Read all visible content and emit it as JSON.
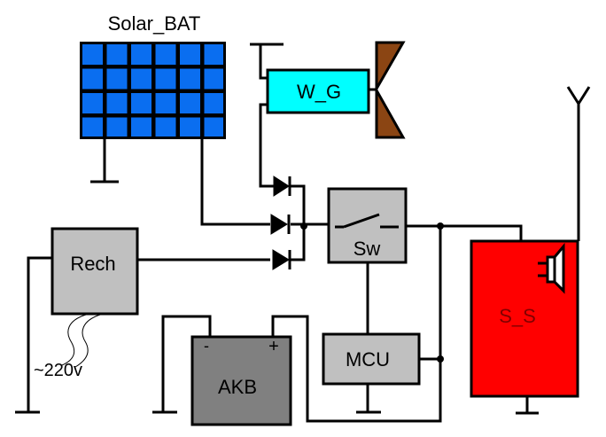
{
  "diagram": {
    "title": "Solar / wind powered sound-signal system block diagram",
    "blocks": {
      "solar": {
        "label": "Solar_BAT",
        "color": "#0a6ef0",
        "grid_cols": 6,
        "grid_rows": 4
      },
      "wind_gen": {
        "label": "W_G",
        "color": "#00ffff",
        "blade_color": "#8b4513"
      },
      "recharger": {
        "label": "Rech",
        "color": "#c0c0c0",
        "mains_label": "~220v"
      },
      "switch": {
        "label": "Sw",
        "color": "#c0c0c0"
      },
      "mcu": {
        "label": "MCU",
        "color": "#c0c0c0"
      },
      "battery": {
        "label": "AKB",
        "color": "#808080",
        "minus": "-",
        "plus": "+"
      },
      "sound_signal": {
        "label": "S_S",
        "color": "#ff0000",
        "label_color": "#800000"
      }
    },
    "diodes": 3,
    "colors": {
      "wire": "#000000",
      "background": "#ffffff"
    }
  }
}
